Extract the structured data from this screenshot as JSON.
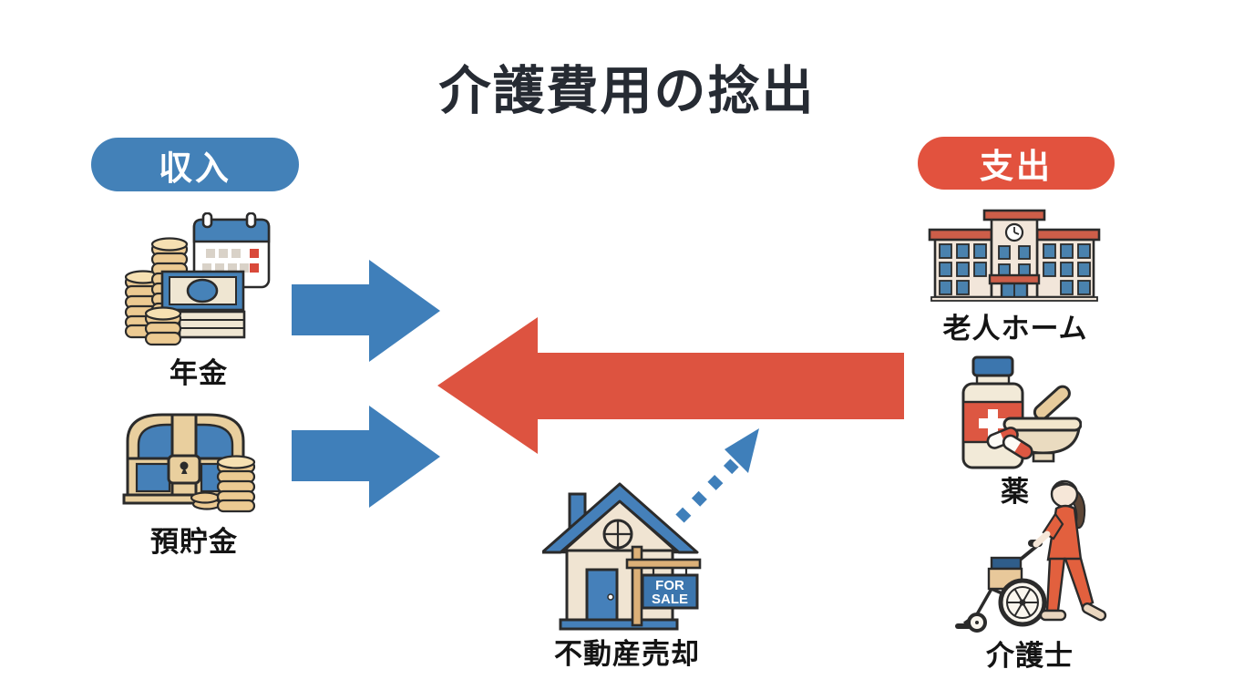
{
  "title": "介護費用の捻出",
  "income": {
    "badge_label": "収入",
    "items": [
      {
        "label": "年金",
        "icon": "pension-coins-calendar-icon"
      },
      {
        "label": "預貯金",
        "icon": "savings-treasure-chest-icon"
      }
    ]
  },
  "expenses": {
    "badge_label": "支出",
    "items": [
      {
        "label": "老人ホーム",
        "icon": "nursing-home-building-icon"
      },
      {
        "label": "薬",
        "icon": "medicine-bottle-mortar-icon"
      },
      {
        "label": "介護士",
        "icon": "caregiver-wheelchair-icon"
      }
    ]
  },
  "property": {
    "label": "不動産売却",
    "icon": "house-for-sale-icon",
    "sign": {
      "line1": "FOR",
      "line2": "SALE"
    }
  },
  "palette": {
    "arrow_blue": "#3f7fba",
    "arrow_red": "#dd5340",
    "badge_blue": "#4381b8",
    "badge_red": "#e2523e",
    "outline": "#2b2b2b",
    "cream": "#f0e4d2",
    "tan": "#e9cf9e",
    "title_text": "#262b33"
  }
}
